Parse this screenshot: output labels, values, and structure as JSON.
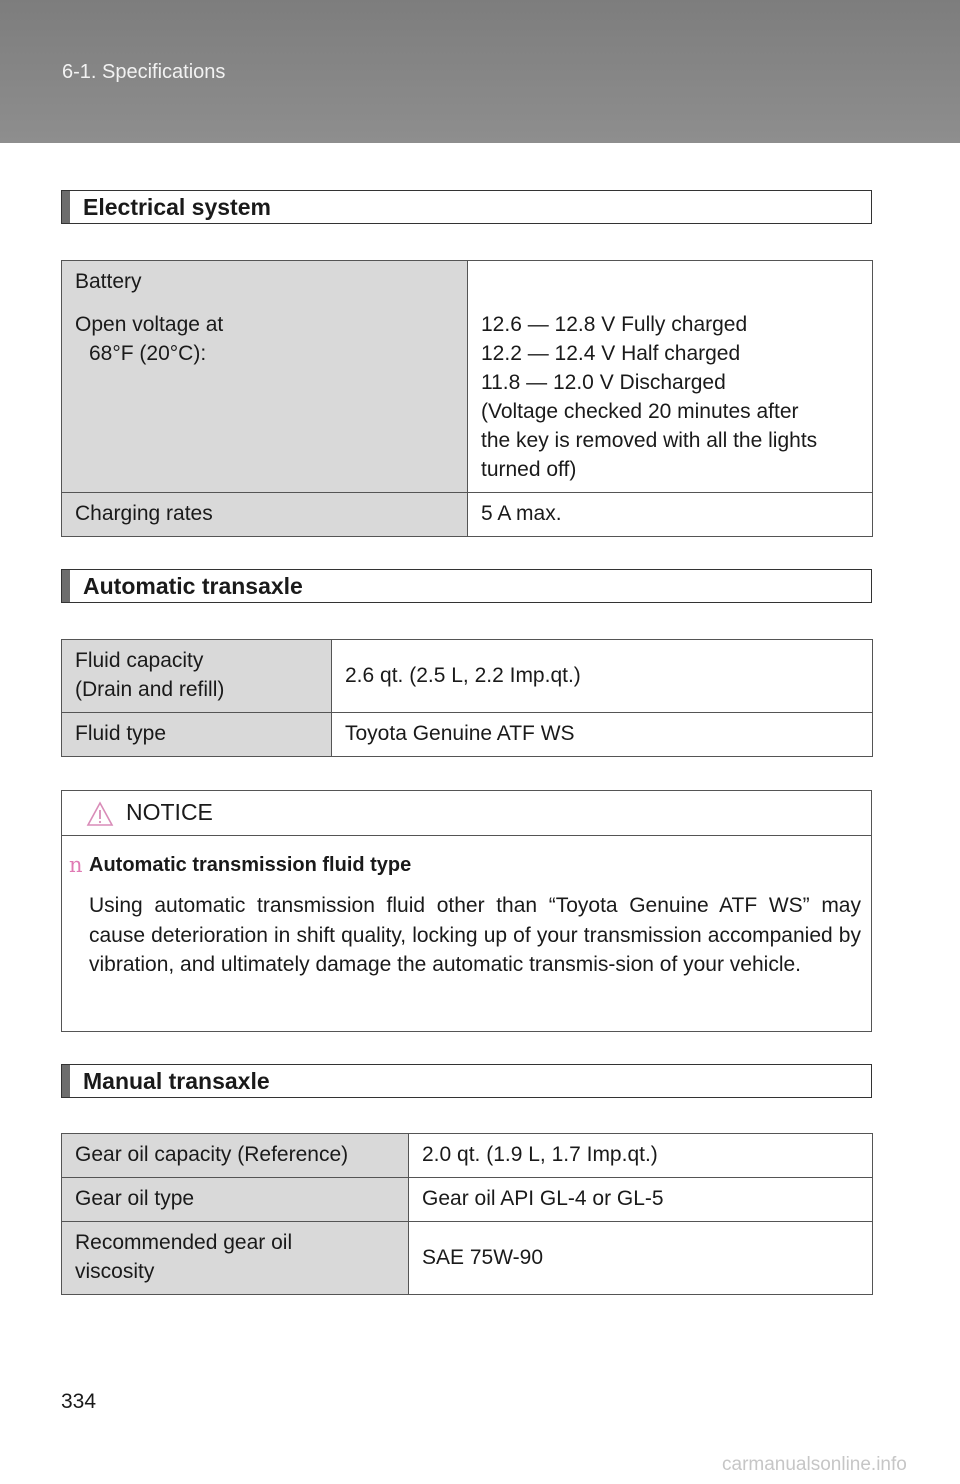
{
  "header": {
    "section": "6-1. Specifications"
  },
  "electrical": {
    "title": "Electrical system",
    "rows": [
      {
        "label_lines": [
          "Battery",
          "Open voltage at",
          "68°F (20°C):"
        ],
        "value_lines": [
          "12.6 — 12.8 V Fully charged",
          "12.2 — 12.4 V Half charged",
          "11.8 — 12.0 V Discharged",
          "(Voltage checked 20 minutes after",
          "the key is removed with all the lights",
          "turned off)"
        ]
      },
      {
        "label": "Charging rates",
        "value": "5 A max."
      }
    ]
  },
  "automatic": {
    "title": "Automatic transaxle",
    "rows": [
      {
        "label_lines": [
          "Fluid capacity",
          "(Drain and refill)"
        ],
        "value": "2.6 qt. (2.5 L, 2.2 Imp.qt.)"
      },
      {
        "label": "Fluid type",
        "value": "Toyota Genuine ATF WS"
      }
    ]
  },
  "notice": {
    "title": "NOTICE",
    "bullet": "n",
    "subtitle": "Automatic transmission fluid type",
    "body": "Using automatic transmission fluid other than “Toyota Genuine ATF WS” may cause deterioration in shift quality, locking up of your transmission accompanied by vibration, and ultimately damage the automatic transmis-sion of your vehicle."
  },
  "manual": {
    "title": "Manual transaxle",
    "rows": [
      {
        "label": "Gear oil capacity (Reference)",
        "value": "2.0 qt. (1.9 L, 1.7 Imp.qt.)"
      },
      {
        "label": "Gear oil type",
        "value": "Gear oil API GL-4 or GL-5"
      },
      {
        "label_lines": [
          "Recommended gear oil",
          "viscosity"
        ],
        "value": "SAE 75W-90"
      }
    ]
  },
  "page_number": "334",
  "footer": "carmanualsonline.info",
  "colors": {
    "header_bg": "#8a8a8a",
    "label_bg": "#d9d9d9",
    "bullet": "#e07ab4",
    "warning": "#d98cb8"
  },
  "icons": {
    "warning": "warning-triangle-icon"
  }
}
